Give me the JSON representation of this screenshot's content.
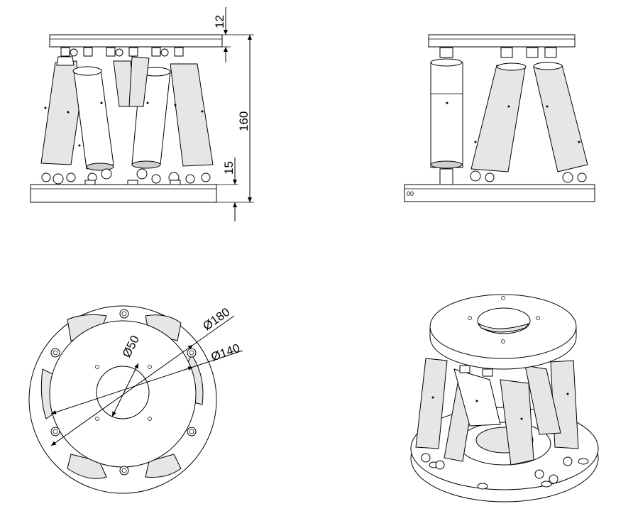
{
  "views": {
    "front": {
      "dims": {
        "top_plate": "12",
        "height": "160",
        "base_plate": "15"
      }
    },
    "side": {
      "mark": "00"
    },
    "top": {
      "dims": {
        "outer_dia": "Ø180",
        "inner_dia": "Ø140",
        "hole_dia": "Ø50"
      }
    }
  }
}
